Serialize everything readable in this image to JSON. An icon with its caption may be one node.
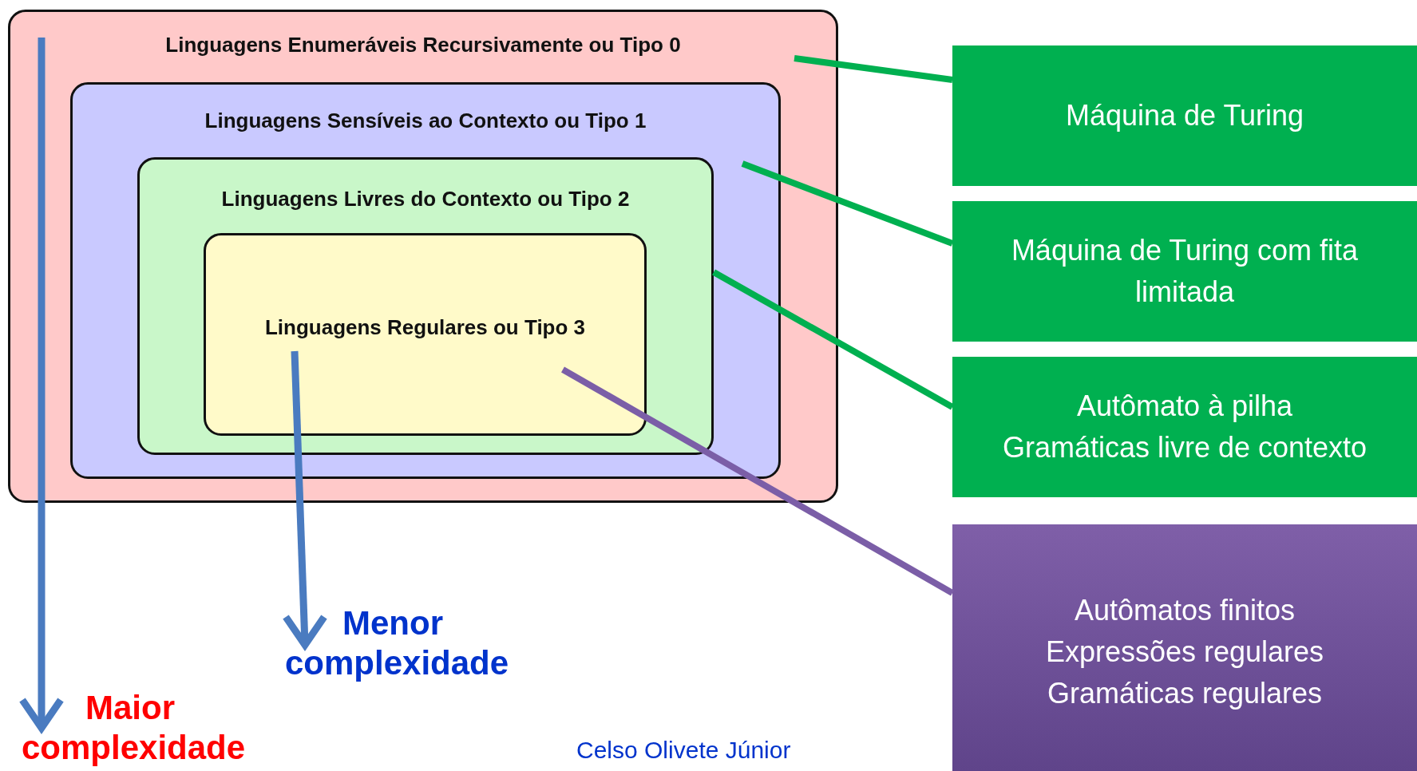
{
  "diagram": {
    "nodes": [
      {
        "text": [
          "Linguagens Enumeráveis Recursivamente ou Tipo 0"
        ]
      },
      {
        "text": [
          "Linguagens Sensíveis ao Contexto ou Tipo 1"
        ],
        "in": 0
      },
      {
        "text": [
          "Linguagens Livres do Contexto ou Tipo 2"
        ],
        "in": 1
      },
      {
        "text": [
          "Linguagens Regulares ou Tipo 3"
        ],
        "in": 2
      },
      {
        "text": [
          "Máquina de Turing"
        ]
      },
      {
        "text": [
          "Máquina de Turing com fita limitada"
        ]
      },
      {
        "text": [
          "Autômato à pilha",
          "Gramáticas livre de contexto"
        ]
      },
      {
        "text": [
          "Autômatos finitos",
          "Expressões regulares",
          "Gramáticas regulares"
        ]
      }
    ],
    "edges": [
      {
        "from": 0,
        "to": 4,
        "arrow": "none"
      },
      {
        "from": 1,
        "to": 5,
        "arrow": "none"
      },
      {
        "from": 2,
        "to": 6,
        "arrow": "none"
      },
      {
        "from": 3,
        "to": 7,
        "arrow": "none",
        "color": "#7b5ea7"
      }
    ],
    "labels": [
      "Maior complexidade",
      "Menor complexidade",
      "Celso Olivete Júnior"
    ]
  }
}
